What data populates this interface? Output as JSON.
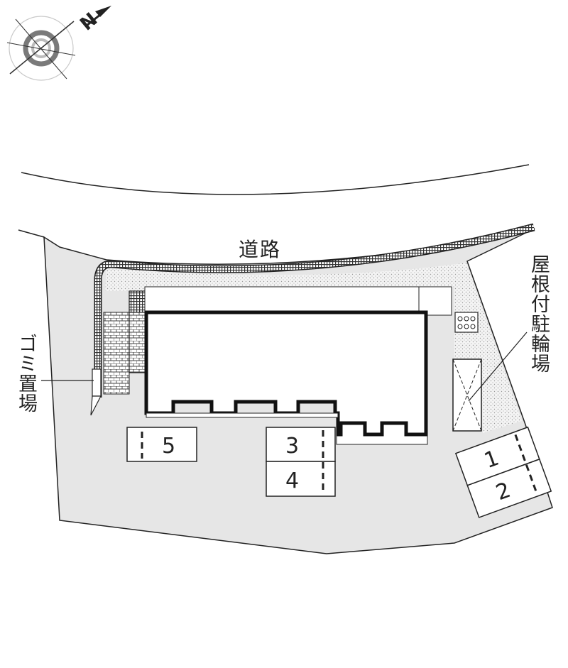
{
  "compass": {
    "north_label": "N"
  },
  "road": {
    "label": "道路"
  },
  "labels": {
    "garbage": "ゴミ置場",
    "bike_parking": "屋根付駐輪場"
  },
  "parking_spaces": [
    "1",
    "2",
    "3",
    "4",
    "5"
  ],
  "colors": {
    "line": "#222222",
    "lot_fill": "#e6e6e6",
    "dot_fill": "#efefef",
    "white": "#ffffff"
  }
}
